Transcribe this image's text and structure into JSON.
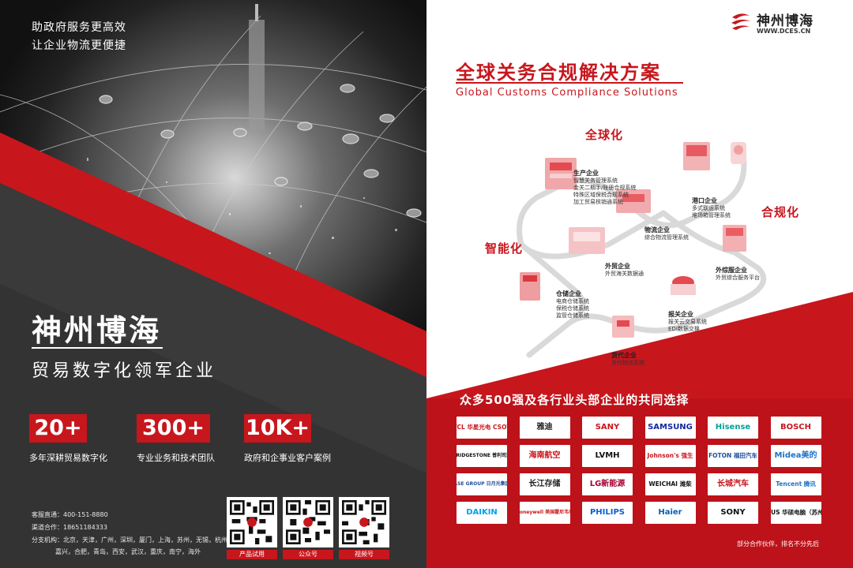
{
  "left": {
    "slogan_line1": "助政府服务更高效",
    "slogan_line2": "让企业物流更便捷",
    "brand": "神州博海",
    "tagline": "贸易数字化领军企业",
    "stats": [
      {
        "value": "20+",
        "label": "多年深耕贸易数字化"
      },
      {
        "value": "300+",
        "label": "专业业务和技术团队"
      },
      {
        "value": "10K+",
        "label": "政府和企事业客户案例"
      }
    ],
    "contact": [
      "客服直通：400-151-8880",
      "渠道合作：18651184333",
      "分支机构：北京，天津，广州，深圳，厦门，上海，苏州，无锡，杭州",
      "嘉兴，合肥，青岛，西安，武汉，重庆，南宁，海外"
    ],
    "qr_labels": [
      "产品试用",
      "公众号",
      "视频号"
    ],
    "colors": {
      "accent": "#c8161d",
      "dark": "#3a3a3a"
    }
  },
  "right": {
    "logo_name": "神州博海",
    "logo_url": "WWW.DCES.CN",
    "title": "全球关务合规解决方案",
    "subtitle": "Global Customs Compliance Solutions",
    "keywords": {
      "global": "全球化",
      "compliance": "合规化",
      "intelligent": "智能化"
    },
    "nodes": [
      {
        "name": "生产企业",
        "lines": [
          "智慧关务管理系统",
          "金关二期手/账册合规系统",
          "特殊区域保税合规系统",
          "加工贸易核销通系统"
        ]
      },
      {
        "name": "港口企业",
        "lines": [
          "多式联运系统",
          "堆场箱管理系统"
        ]
      },
      {
        "name": "物流企业",
        "lines": [
          "综合物流管理系统"
        ]
      },
      {
        "name": "外贸企业",
        "lines": [
          "外贸海关数据通"
        ]
      },
      {
        "name": "外综服企业",
        "lines": [
          "外贸综合服务平台"
        ]
      },
      {
        "name": "仓储企业",
        "lines": [
          "电商仓储系统",
          "保税仓储系统",
          "监管仓储系统"
        ]
      },
      {
        "name": "报关企业",
        "lines": [
          "报关云交易系统",
          "EDI数据交换"
        ]
      },
      {
        "name": "货代企业",
        "lines": [
          "货代物流系统"
        ]
      }
    ],
    "partner_title": "众多500强及各行业头部企业的共同选择",
    "partners": [
      {
        "name": "TCL 华星光电 CSOT",
        "color": "#c8161d"
      },
      {
        "name": "雅迪",
        "color": "#222222"
      },
      {
        "name": "SANY",
        "color": "#c8161d"
      },
      {
        "name": "SAMSUNG",
        "color": "#1428a0"
      },
      {
        "name": "Hisense",
        "color": "#00a19a"
      },
      {
        "name": "BOSCH",
        "color": "#c8161d"
      },
      {
        "name": "BRIDGESTONE 普利司通",
        "color": "#111111"
      },
      {
        "name": "海南航空",
        "color": "#c8161d"
      },
      {
        "name": "LVMH",
        "color": "#111111"
      },
      {
        "name": "Johnson's 强生",
        "color": "#c8161d"
      },
      {
        "name": "FOTON 福田汽车",
        "color": "#1d4f9c"
      },
      {
        "name": "Midea美的",
        "color": "#1d73c8"
      },
      {
        "name": "ASE GROUP 日月光集团",
        "color": "#1d4f9c"
      },
      {
        "name": "长江存储",
        "color": "#222222"
      },
      {
        "name": "LG新能源",
        "color": "#a50034"
      },
      {
        "name": "WEICHAI 潍柴",
        "color": "#111111"
      },
      {
        "name": "长城汽车",
        "color": "#c8161d"
      },
      {
        "name": "Tencent 腾讯",
        "color": "#1d73c8"
      },
      {
        "name": "DAIKIN",
        "color": "#00a0e9"
      },
      {
        "name": "Honeywell 美国霍尼韦尔",
        "color": "#c8161d"
      },
      {
        "name": "PHILIPS",
        "color": "#0b5ed7"
      },
      {
        "name": "Haier",
        "color": "#0061b1"
      },
      {
        "name": "SONY",
        "color": "#111111"
      },
      {
        "name": "ASUS 华硕电脑（苏州）",
        "color": "#111111"
      }
    ],
    "partner_note": "部分合作伙伴，排名不分先后"
  }
}
